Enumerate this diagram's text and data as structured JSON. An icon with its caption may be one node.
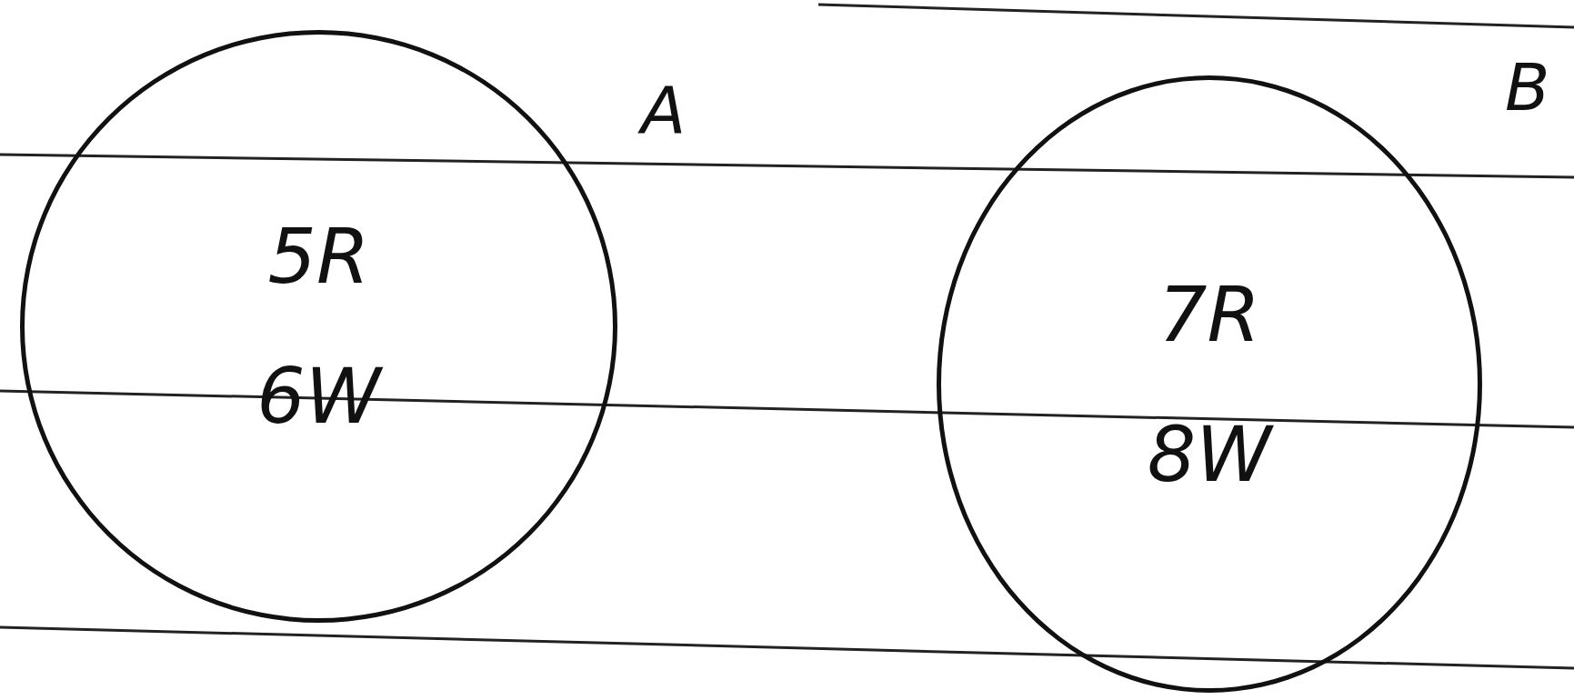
{
  "diagram": {
    "nodes": [
      {
        "text": [
          "5R",
          "6W"
        ],
        "beside": [
          "A"
        ]
      },
      {
        "text": [
          "7R",
          "8W"
        ],
        "beside": [
          "B"
        ]
      }
    ]
  }
}
